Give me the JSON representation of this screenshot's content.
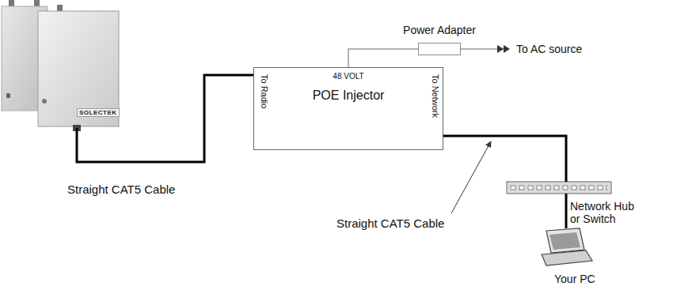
{
  "diagram": {
    "nodes": [
      {
        "text": [
          "SOLECTEK"
        ]
      },
      {
        "text": [
          "Power Adapter"
        ]
      },
      {
        "text": [
          "48 VOLT",
          "POE Injector",
          "To Radio",
          "To Network"
        ]
      },
      {
        "text": [
          "Network Hub or Switch"
        ]
      },
      {
        "text": [
          "Your PC"
        ]
      }
    ],
    "edges": [
      {
        "from": 0,
        "to": 2,
        "arrow": "none"
      },
      {
        "from": 1,
        "to": 2,
        "arrow": "none"
      },
      {
        "from": 2,
        "to": 3,
        "arrow": "none"
      },
      {
        "from": 3,
        "to": 4,
        "arrow": "none"
      }
    ],
    "labels": [
      "Straight CAT5 Cable",
      "Straight CAT5 Cable",
      "To AC source"
    ]
  }
}
